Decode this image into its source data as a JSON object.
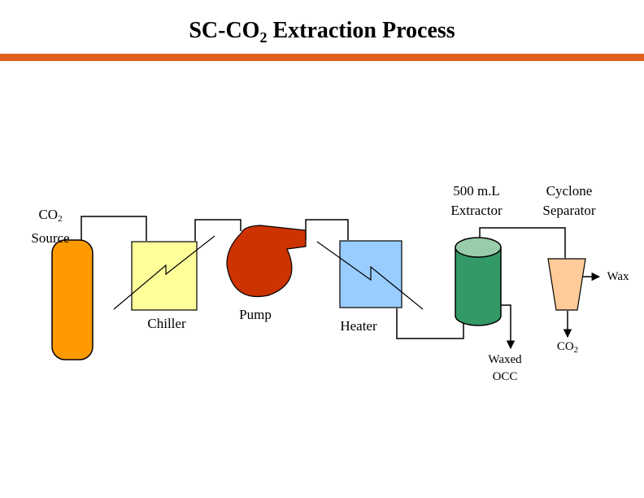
{
  "title": {
    "prefix": "SC-CO",
    "sub": "2",
    "rest": " Extraction Process"
  },
  "labels": {
    "co2_source_a": "CO",
    "co2_source_sub": "2",
    "co2_source_b": "Source",
    "extractor_1": "500 m.L",
    "extractor_2": "Extractor",
    "cyclone_1": "Cyclone",
    "cyclone_2": "Separator",
    "wax": "Wax",
    "chiller": "Chiller",
    "pump": "Pump",
    "heater": "Heater",
    "waxed_1": "Waxed",
    "waxed_2": "OCC",
    "co2_out_a": "CO",
    "co2_out_sub": "2"
  },
  "colors": {
    "title_bar": "#e06020",
    "cylinder": "#ff9900",
    "chiller": "#ffff99",
    "pump": "#cc3300",
    "heater": "#99ccff",
    "extractor": "#339966",
    "extractor_top": "#99ccaa",
    "cyclone": "#ffcc99"
  }
}
